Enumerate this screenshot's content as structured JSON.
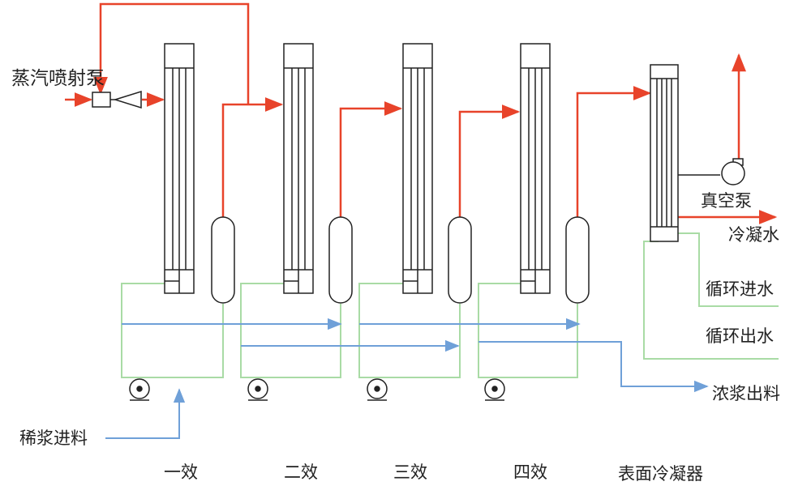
{
  "labels": {
    "steam_jet_pump": "蒸汽喷射泵",
    "vacuum_pump": "真空泵",
    "cooling_water": "冷凝水",
    "circulating_water_in": "循环进水",
    "circulating_water_out": "循环出水",
    "thick_slurry_out": "浓浆出料",
    "thin_slurry_feed": "稀浆进料",
    "effect_1": "一效",
    "effect_2": "二效",
    "effect_3": "三效",
    "effect_4": "四效",
    "surface_condenser": "表面冷凝器"
  },
  "colors": {
    "steam": "#e8432a",
    "liquid": "#6fa0d8",
    "recirculation": "#a9dba5",
    "equipment": "#222222"
  }
}
